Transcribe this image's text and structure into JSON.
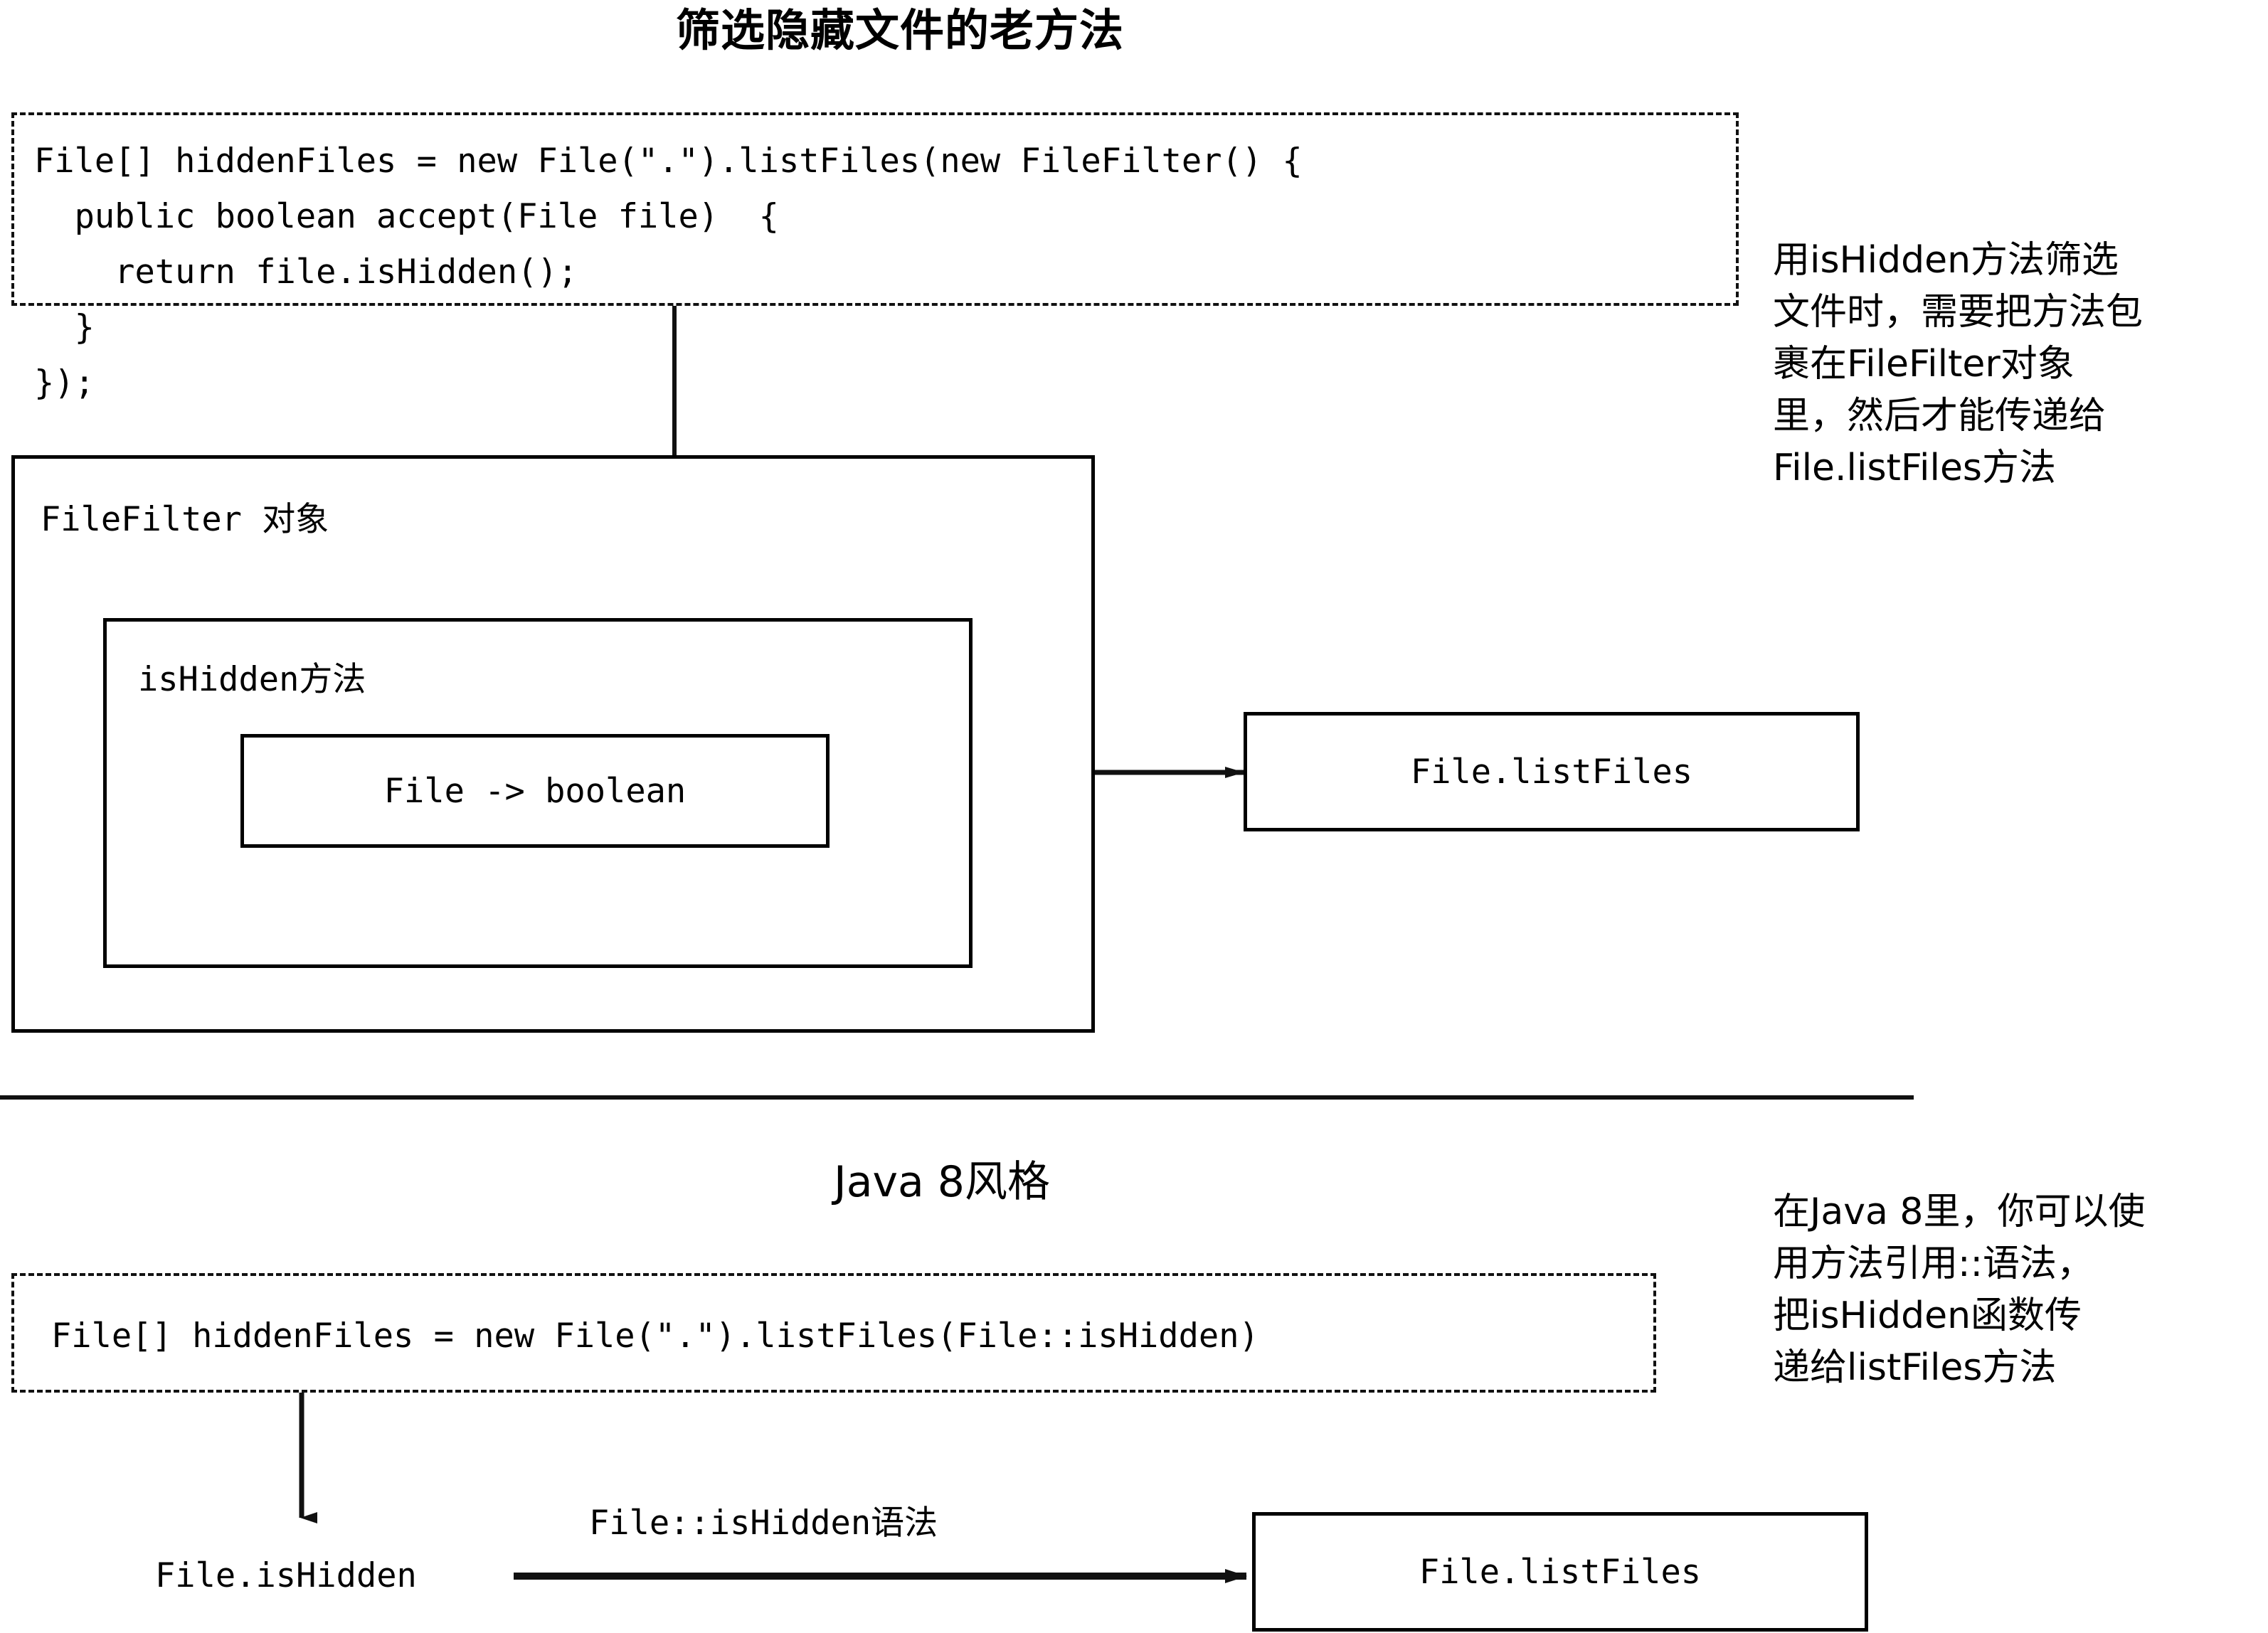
{
  "sections": {
    "old": {
      "title": "筛选隐藏文件的老方法",
      "code": "File[] hiddenFiles = new File(\".\").listFiles(new FileFilter() {\n  public boolean accept(File file)  {\n    return file.isHidden();\n  }\n});",
      "outer_box_label": "FileFilter 对象",
      "inner_box_label": "isHidden方法",
      "innermost_box_label": "File -> boolean",
      "target_box_label": "File.listFiles",
      "note": {
        "line1": "用isHidden方法筛选",
        "line2": "文件时，需要把方法包",
        "line3": "裹在FileFilter对象",
        "line4": "里，然后才能传递给",
        "line5": "File.listFiles方法"
      }
    },
    "java8": {
      "title": "Java 8风格",
      "code": "File[] hiddenFiles = new File(\".\").listFiles(File::isHidden)",
      "source_label": "File.isHidden",
      "arrow_label": "File::isHidden语法",
      "target_box_label": "File.listFiles",
      "note": {
        "line1": "在Java 8里，你可以使",
        "line2": "用方法引用::语法，",
        "line3": "把isHidden函数传",
        "line4": "递给listFiles方法"
      }
    }
  },
  "colors": {
    "ink": "#000000",
    "line": "#111111",
    "background": "#ffffff"
  }
}
